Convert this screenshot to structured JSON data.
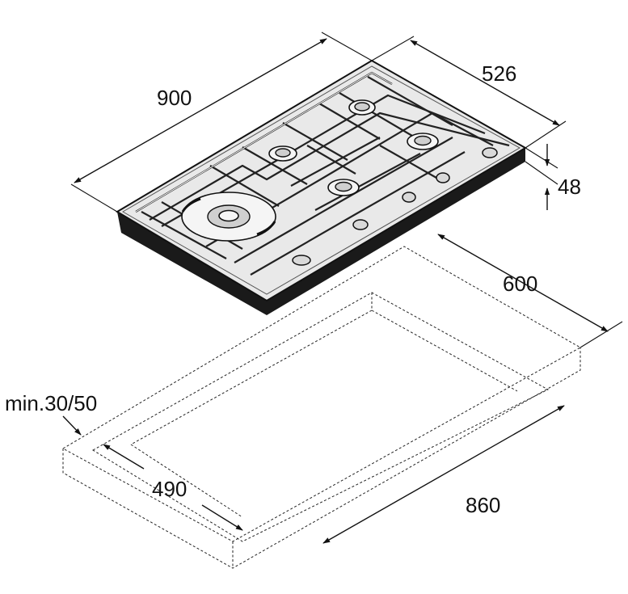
{
  "dimensions": {
    "hob_width": "900",
    "hob_depth": "526",
    "hob_height": "48",
    "cutout_depth_clearance": "600",
    "worktop_thickness": "min.30/50",
    "cutout_depth": "490",
    "cutout_width": "860"
  },
  "colors": {
    "line": "#111111",
    "hob_surface": "#e9e9e9",
    "background": "#ffffff"
  }
}
